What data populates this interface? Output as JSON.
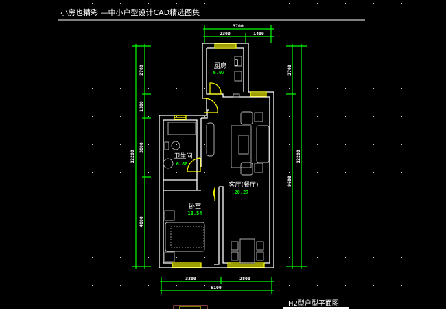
{
  "title": "小房也精彩 —中小户型设计CAD精选图集",
  "plan_title": "H2型户型平面图",
  "rooms": [
    {
      "name": "厨房",
      "area": "6.07"
    },
    {
      "name": "卫生间",
      "area": "6.80"
    },
    {
      "name": "卧室",
      "area": "13.54"
    },
    {
      "name": "客厅(餐厅)",
      "area": "20.27"
    }
  ],
  "dimensions": {
    "top_total": "3700",
    "top_left": "2300",
    "top_right": "1400",
    "left": [
      "2700",
      "1300",
      "3800",
      "4000"
    ],
    "left_total": "12200",
    "right": [
      "2700",
      "9600"
    ],
    "right_total": "12200",
    "bottom_left": "3300",
    "bottom_right": "2800",
    "bottom_total": "6100"
  },
  "colors": {
    "wall": "#ffffff",
    "dimension": "#00ff00",
    "door_window": "#ffff00",
    "area": "#00ff00"
  }
}
